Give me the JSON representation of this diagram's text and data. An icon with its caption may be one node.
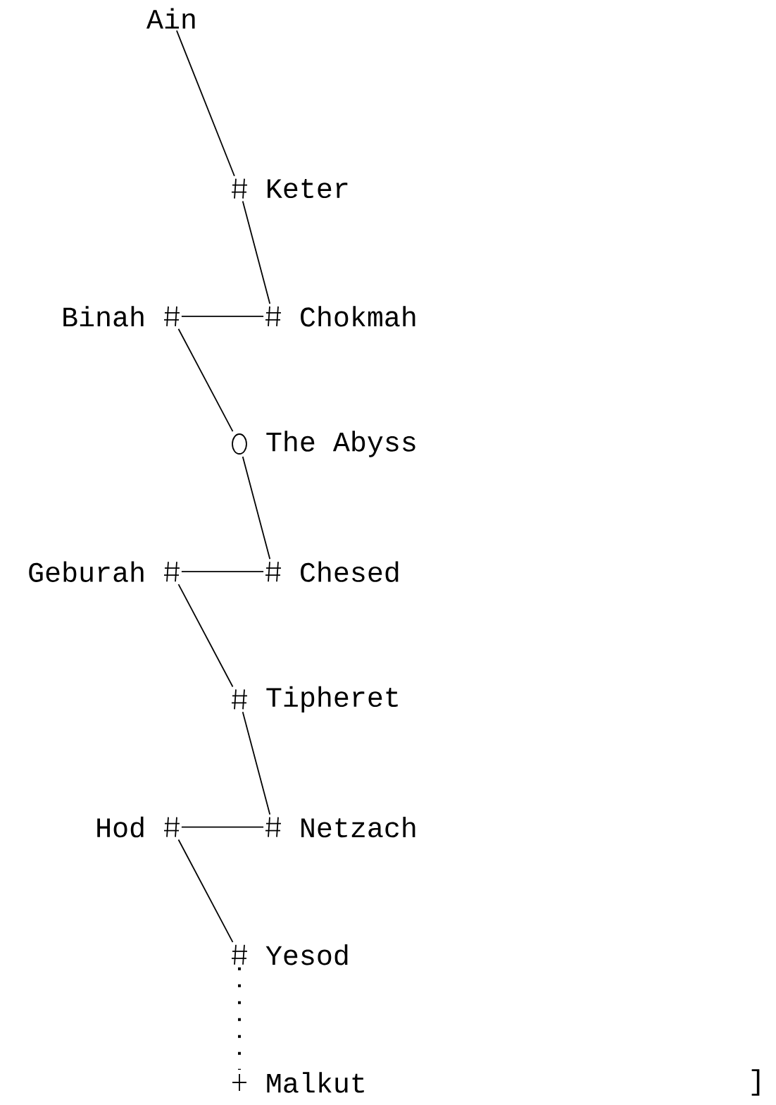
{
  "diagram": {
    "nodes": [
      {
        "text": [
          "Ain"
        ]
      },
      {
        "text": [],
        "shape": "hash",
        "beside": [
          "Keter"
        ]
      },
      {
        "text": [],
        "shape": "hash",
        "beside": [
          "Binah"
        ]
      },
      {
        "text": [],
        "shape": "hash",
        "beside": [
          "Chokmah"
        ]
      },
      {
        "text": [],
        "shape": "circle",
        "beside": [
          "The Abyss"
        ]
      },
      {
        "text": [],
        "shape": "hash",
        "beside": [
          "Geburah"
        ]
      },
      {
        "text": [],
        "shape": "hash",
        "beside": [
          "Chesed"
        ]
      },
      {
        "text": [],
        "shape": "hash",
        "beside": [
          "Tipheret"
        ]
      },
      {
        "text": [],
        "shape": "hash",
        "beside": [
          "Hod"
        ]
      },
      {
        "text": [],
        "shape": "hash",
        "beside": [
          "Netzach"
        ]
      },
      {
        "text": [],
        "shape": "hash",
        "beside": [
          "Yesod"
        ]
      },
      {
        "text": [],
        "shape": "cross",
        "beside": [
          "Malkut"
        ]
      }
    ],
    "edges": [
      {
        "from": 0,
        "to": 1,
        "arrow": "none"
      },
      {
        "from": 1,
        "to": 3,
        "arrow": "none"
      },
      {
        "from": 3,
        "to": 2,
        "arrow": "none"
      },
      {
        "from": 2,
        "to": 4,
        "arrow": "none"
      },
      {
        "from": 4,
        "to": 6,
        "arrow": "none"
      },
      {
        "from": 6,
        "to": 5,
        "arrow": "none"
      },
      {
        "from": 5,
        "to": 7,
        "arrow": "none"
      },
      {
        "from": 7,
        "to": 9,
        "arrow": "none"
      },
      {
        "from": 9,
        "to": 8,
        "arrow": "none"
      },
      {
        "from": 8,
        "to": 10,
        "arrow": "none"
      },
      {
        "from": 10,
        "to": 11,
        "arrow": "none",
        "style": "dashed"
      }
    ],
    "labels": [
      "]"
    ]
  }
}
